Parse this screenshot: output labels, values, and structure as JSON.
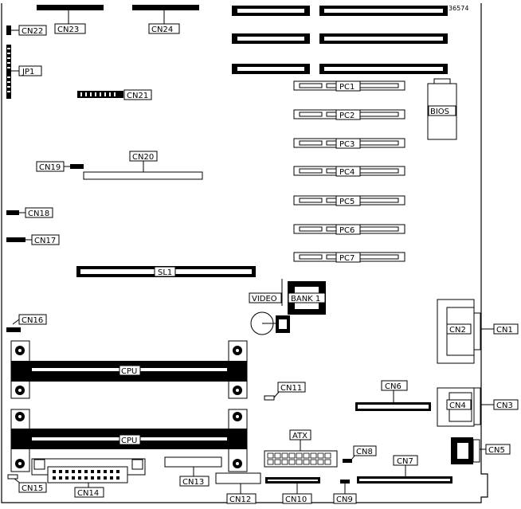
{
  "diagram": {
    "doc_number": "36574",
    "labels": {
      "cn1": "CN1",
      "cn2": "CN2",
      "cn3": "CN3",
      "cn4": "CN4",
      "cn5": "CN5",
      "cn6": "CN6",
      "cn7": "CN7",
      "cn8": "CN8",
      "cn9": "CN9",
      "cn10": "CN10",
      "cn11": "CN11",
      "cn12": "CN12",
      "cn13": "CN13",
      "cn14": "CN14",
      "cn15": "CN15",
      "cn16": "CN16",
      "cn17": "CN17",
      "cn18": "CN18",
      "cn19": "CN19",
      "cn20": "CN20",
      "cn21": "CN21",
      "cn22": "CN22",
      "cn23": "CN23",
      "cn24": "CN24",
      "jp1": "JP1",
      "sl1": "SL1",
      "bios": "BIOS",
      "atx": "ATX",
      "video": "VIDEO",
      "bank1": "BANK 1",
      "cpu_top": "CPU",
      "cpu_bottom": "CPU",
      "pc1": "PC1",
      "pc2": "PC2",
      "pc3": "PC3",
      "pc4": "PC4",
      "pc5": "PC5",
      "pc6": "PC6",
      "pc7": "PC7"
    }
  }
}
